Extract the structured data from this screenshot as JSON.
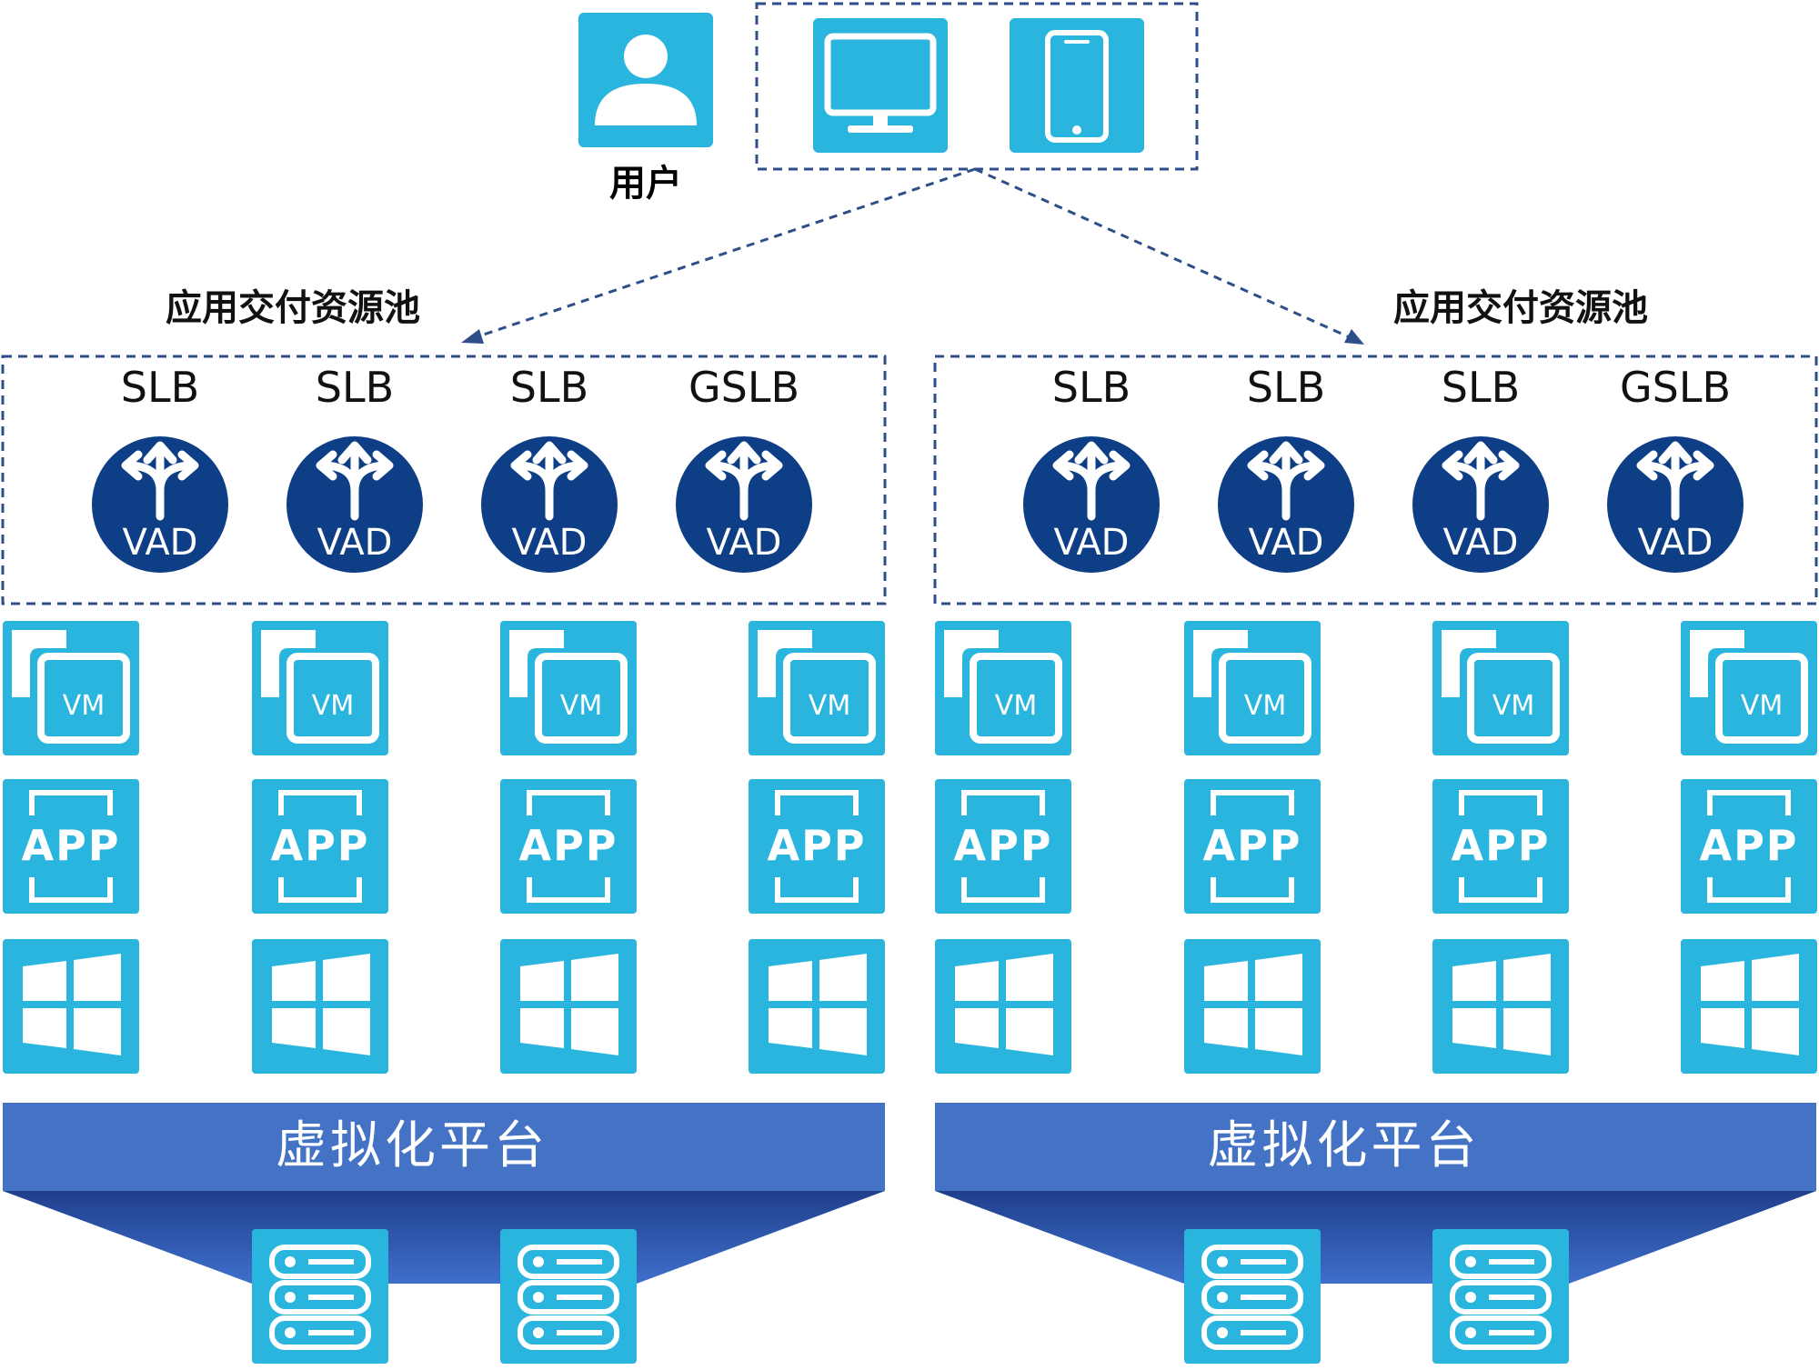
{
  "user": {
    "label": "用户",
    "icon": "user-icon"
  },
  "devices": [
    {
      "name": "desktop",
      "icon": "monitor-icon"
    },
    {
      "name": "mobile",
      "icon": "smartphone-icon"
    }
  ],
  "pools": [
    {
      "title": "应用交付资源池",
      "balancers": [
        {
          "type": "SLB",
          "badge": "VAD"
        },
        {
          "type": "SLB",
          "badge": "VAD"
        },
        {
          "type": "SLB",
          "badge": "VAD"
        },
        {
          "type": "GSLB",
          "badge": "VAD"
        }
      ],
      "vm_label": "VM",
      "app_label": "APP",
      "platform": "虚拟化平台",
      "server_count": 2
    },
    {
      "title": "应用交付资源池",
      "balancers": [
        {
          "type": "SLB",
          "badge": "VAD"
        },
        {
          "type": "SLB",
          "badge": "VAD"
        },
        {
          "type": "SLB",
          "badge": "VAD"
        },
        {
          "type": "GSLB",
          "badge": "VAD"
        }
      ],
      "vm_label": "VM",
      "app_label": "APP",
      "platform": "虚拟化平台",
      "server_count": 2
    }
  ],
  "colors": {
    "tile": "#29B5DE",
    "badge": "#0D3E86",
    "dash": "#2E4E8A",
    "platform": "#4472C4",
    "platform_dark": "#1F3F8C"
  }
}
